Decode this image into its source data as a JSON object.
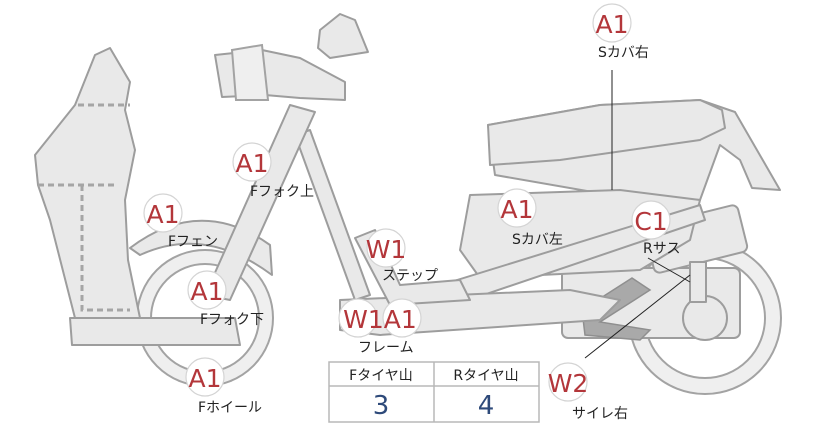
{
  "parts": [
    {
      "id": "s-cover-right",
      "grade": "A1",
      "label": "Sカバ右"
    },
    {
      "id": "f-fork-upper",
      "grade": "A1",
      "label": "Fフォク上"
    },
    {
      "id": "f-fender",
      "grade": "A1",
      "label": "Fフェン"
    },
    {
      "id": "s-cover-left",
      "grade": "A1",
      "label": "Sカバ左"
    },
    {
      "id": "r-suspension",
      "grade": "C1",
      "label": "Rサス"
    },
    {
      "id": "step",
      "grade": "W1",
      "label": "ステップ"
    },
    {
      "id": "f-fork-lower",
      "grade": "A1",
      "label": "Fフォク下"
    },
    {
      "id": "frame",
      "grade": "W1A1",
      "label": "フレーム"
    },
    {
      "id": "f-wheel",
      "grade": "A1",
      "label": "Fホイール"
    },
    {
      "id": "muffler-right",
      "grade": "W2",
      "label": "サイレ右"
    }
  ],
  "tire_table": {
    "headers": [
      "Fタイヤ山",
      "Rタイヤ山"
    ],
    "values": [
      "3",
      "4"
    ]
  },
  "colors": {
    "grade_text": "#b3363a",
    "value_text": "#2e4a7a",
    "body_fill": "#e9e9e9",
    "body_stroke": "#9d9d9d"
  }
}
